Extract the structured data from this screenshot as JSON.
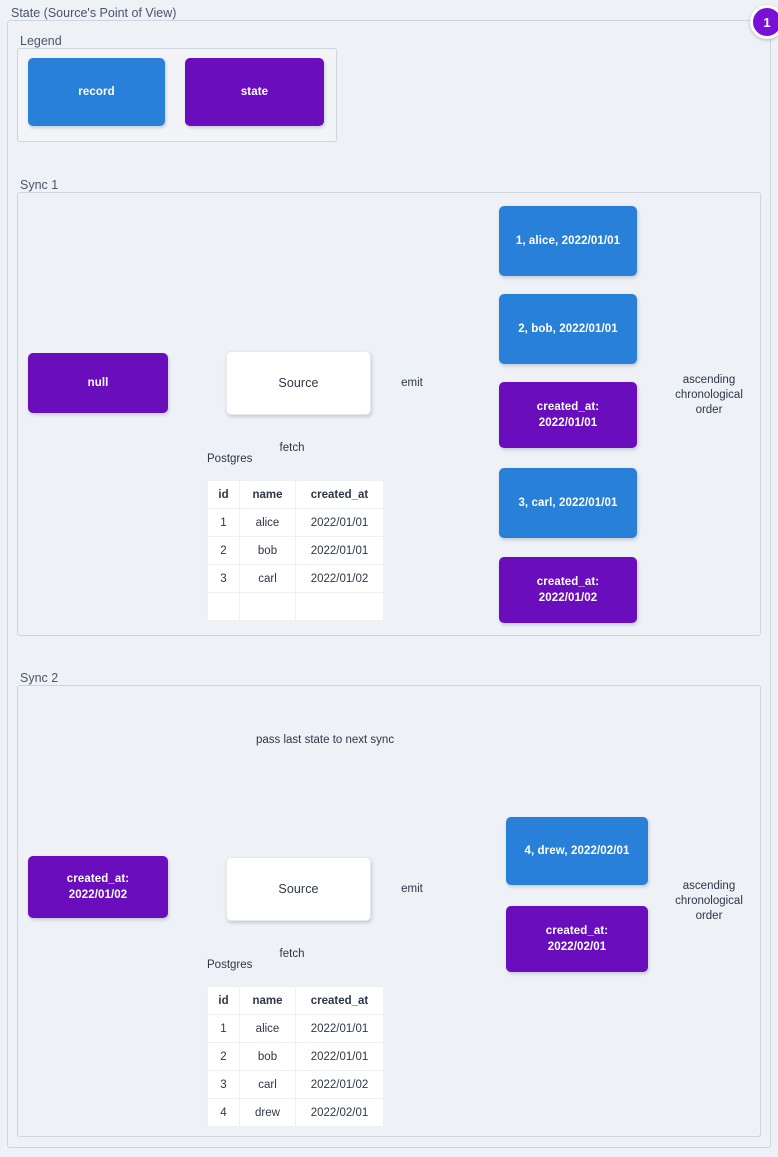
{
  "page": {
    "title": "State (Source's Point of View)",
    "step_badge": "1"
  },
  "colors": {
    "record": "#2980d9",
    "state": "#6a0dbd",
    "background": "#eef1f6",
    "border": "#ccd5e0",
    "arrow": "#667382",
    "badge": "#7a10d6"
  },
  "legend": {
    "title": "Legend",
    "items": [
      {
        "label": "record",
        "kind": "record"
      },
      {
        "label": "state",
        "kind": "state"
      }
    ]
  },
  "syncs": [
    {
      "title": "Sync 1",
      "input_state": "null",
      "source_label": "Source",
      "fetch_label": "fetch",
      "db_label": "Postgres",
      "emit_label": "emit",
      "order_label": "ascending\nchronological\norder",
      "table": {
        "columns": [
          "id",
          "name",
          "created_at"
        ],
        "rows": [
          [
            "1",
            "alice",
            "2022/01/01"
          ],
          [
            "2",
            "bob",
            "2022/01/01"
          ],
          [
            "3",
            "carl",
            "2022/01/02"
          ],
          [
            "",
            "",
            ""
          ]
        ]
      },
      "emitted": [
        {
          "kind": "record",
          "label": "1, alice, 2022/01/01"
        },
        {
          "kind": "record",
          "label": "2, bob, 2022/01/01"
        },
        {
          "kind": "state",
          "label": "created_at:\n2022/01/01"
        },
        {
          "kind": "record",
          "label": "3, carl, 2022/01/01"
        },
        {
          "kind": "state",
          "label": "created_at:\n2022/01/02"
        }
      ]
    },
    {
      "title": "Sync 2",
      "input_state": "created_at:\n2022/01/02",
      "source_label": "Source",
      "fetch_label": "fetch",
      "db_label": "Postgres",
      "emit_label": "emit",
      "order_label": "ascending\nchronological\norder",
      "table": {
        "columns": [
          "id",
          "name",
          "created_at"
        ],
        "rows": [
          [
            "1",
            "alice",
            "2022/01/01"
          ],
          [
            "2",
            "bob",
            "2022/01/01"
          ],
          [
            "3",
            "carl",
            "2022/01/02"
          ],
          [
            "4",
            "drew",
            "2022/02/01"
          ]
        ]
      },
      "emitted": [
        {
          "kind": "record",
          "label": "4, drew, 2022/02/01"
        },
        {
          "kind": "state",
          "label": "created_at:\n2022/02/01"
        }
      ]
    }
  ],
  "connections": {
    "pass_state": "pass last state to next sync"
  }
}
